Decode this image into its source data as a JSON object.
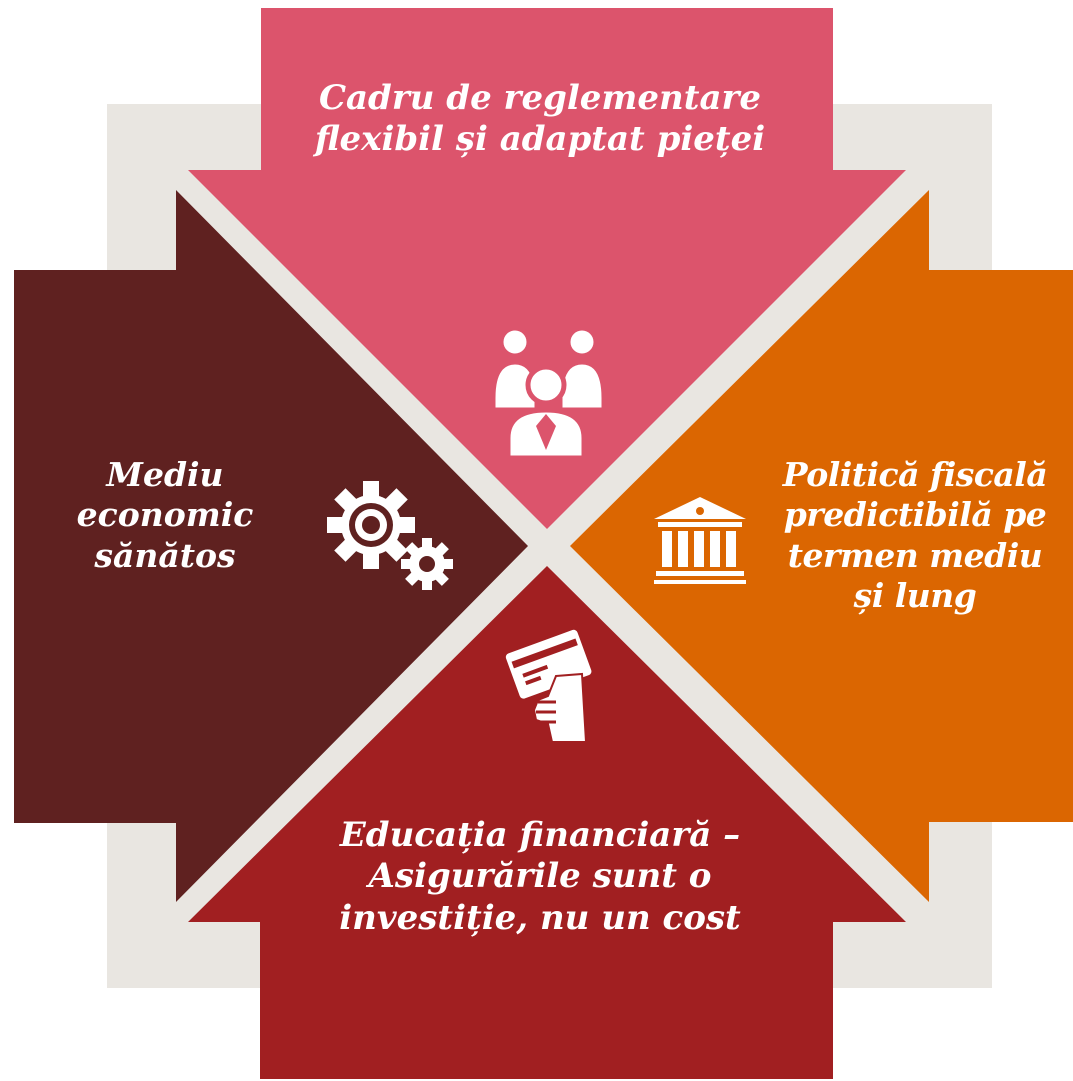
{
  "colors": {
    "background_plate": "#e9e6e1",
    "top_pink": "#dc546c",
    "right_orange": "#db6601",
    "bottom_red": "#a11f21",
    "left_brown": "#5f2120",
    "icon": "#ffffff"
  },
  "segments": [
    {
      "id": "top",
      "label": "Cadru de reglementare\nflexibil și adaptat pieței",
      "icon": "people-group-icon"
    },
    {
      "id": "right",
      "label": "Politică fiscală\npredictibilă pe\ntermen mediu\nși lung",
      "icon": "bank-building-icon"
    },
    {
      "id": "bottom",
      "label": "Educația financiară –\nAsigurările sunt o\ninvestiție, nu un cost",
      "icon": "hand-card-icon"
    },
    {
      "id": "left",
      "label": "Mediu\neconomic\nsănătos",
      "icon": "gears-icon"
    }
  ]
}
